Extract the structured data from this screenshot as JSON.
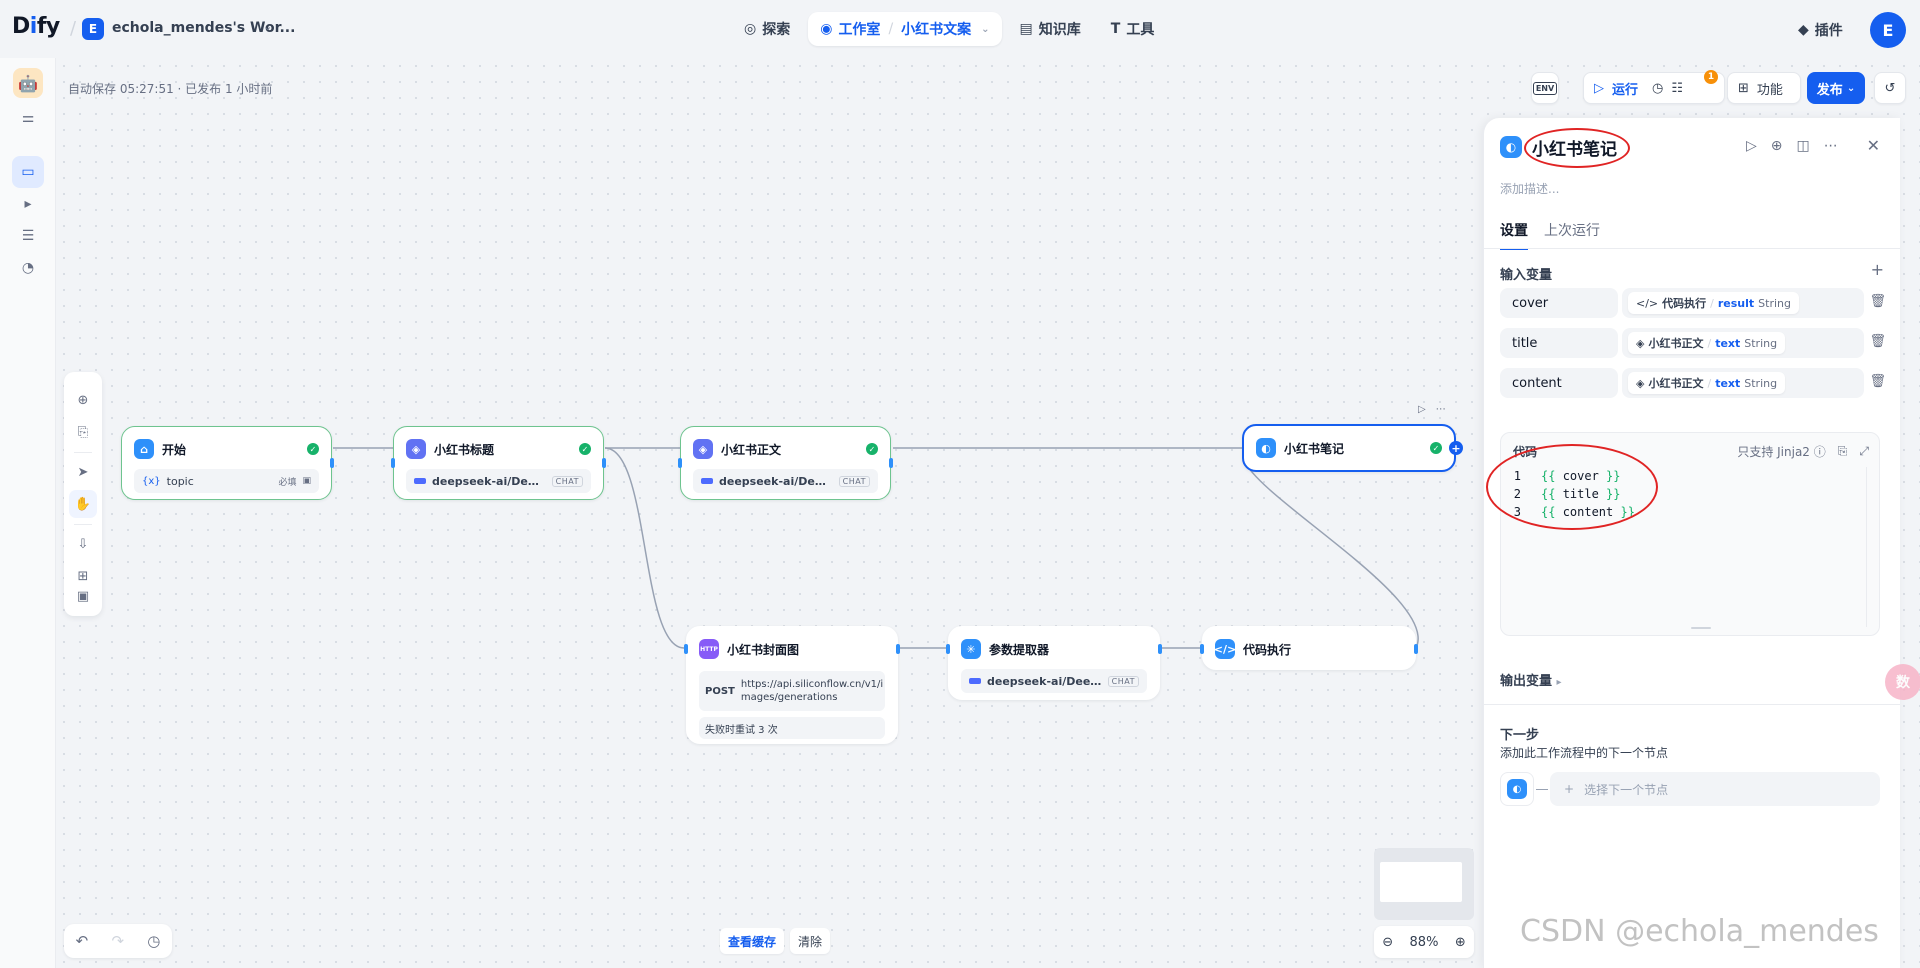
{
  "brand": {
    "logo_prefix": "D",
    "logo_ai": "i",
    "logo_suffix": "fy"
  },
  "workspace": {
    "avatar_letter": "E",
    "name": "echola_mendes's Wor..."
  },
  "nav": {
    "explore": "探索",
    "studio": "工作室",
    "app_name": "小红书文案",
    "knowledge": "知识库",
    "tools": "工具"
  },
  "header_right": {
    "plugins": "插件",
    "user_letter": "E"
  },
  "status": {
    "autosave": "自动保存 05:27:51 · 已发布 1 小时前"
  },
  "toolbar": {
    "env": "ENV",
    "run": "运行",
    "checklist_badge": "1",
    "features": "功能",
    "publish": "发布"
  },
  "nodes": {
    "start": {
      "title": "开始",
      "var_prefix": "{x}",
      "var_name": "topic",
      "required": "必填"
    },
    "title_llm": {
      "title": "小红书标题",
      "model": "deepseek-ai/DeepSe...",
      "tag": "CHAT"
    },
    "body_llm": {
      "title": "小红书正文",
      "model": "deepseek-ai/DeepSe...",
      "tag": "CHAT"
    },
    "note": {
      "title": "小红书笔记"
    },
    "cover": {
      "title": "小红书封面图",
      "icon_text": "HTTP",
      "method": "POST",
      "url_line1": "https://api.siliconflow.cn/v1/i",
      "url_line2": "mages/generations",
      "retry": "失败时重试 3 次"
    },
    "extractor": {
      "title": "参数提取器",
      "model": "deepseek-ai/DeepSe...",
      "tag": "CHAT"
    },
    "code": {
      "title": "代码执行"
    }
  },
  "bottom": {
    "view_cache": "查看缓存",
    "clear": "清除",
    "zoom": "88%"
  },
  "panel": {
    "title": "小红书笔记",
    "desc_placeholder": "添加描述...",
    "tabs": [
      "设置",
      "上次运行"
    ],
    "input_vars_title": "输入变量",
    "vars": [
      {
        "name": "cover",
        "node": "代码执行",
        "var": "result",
        "type": "String"
      },
      {
        "name": "title",
        "node": "小红书正文",
        "var": "text",
        "type": "String"
      },
      {
        "name": "content",
        "node": "小红书正文",
        "var": "text",
        "type": "String"
      }
    ],
    "code_label": "代码",
    "code_hint": "只支持 Jinja2",
    "code_lines": [
      {
        "n": "1",
        "open": "{{",
        "var": "cover",
        "close": "}}"
      },
      {
        "n": "2",
        "open": "{{",
        "var": "title",
        "close": "}}"
      },
      {
        "n": "3",
        "open": "{{",
        "var": "content",
        "close": "}}"
      }
    ],
    "output_title": "输出变量",
    "next_title": "下一步",
    "next_desc": "添加此工作流程中的下一个节点",
    "next_select": "选择下一个节点"
  },
  "watermark": "CSDN @echola_mendes",
  "bubble_text": "数"
}
